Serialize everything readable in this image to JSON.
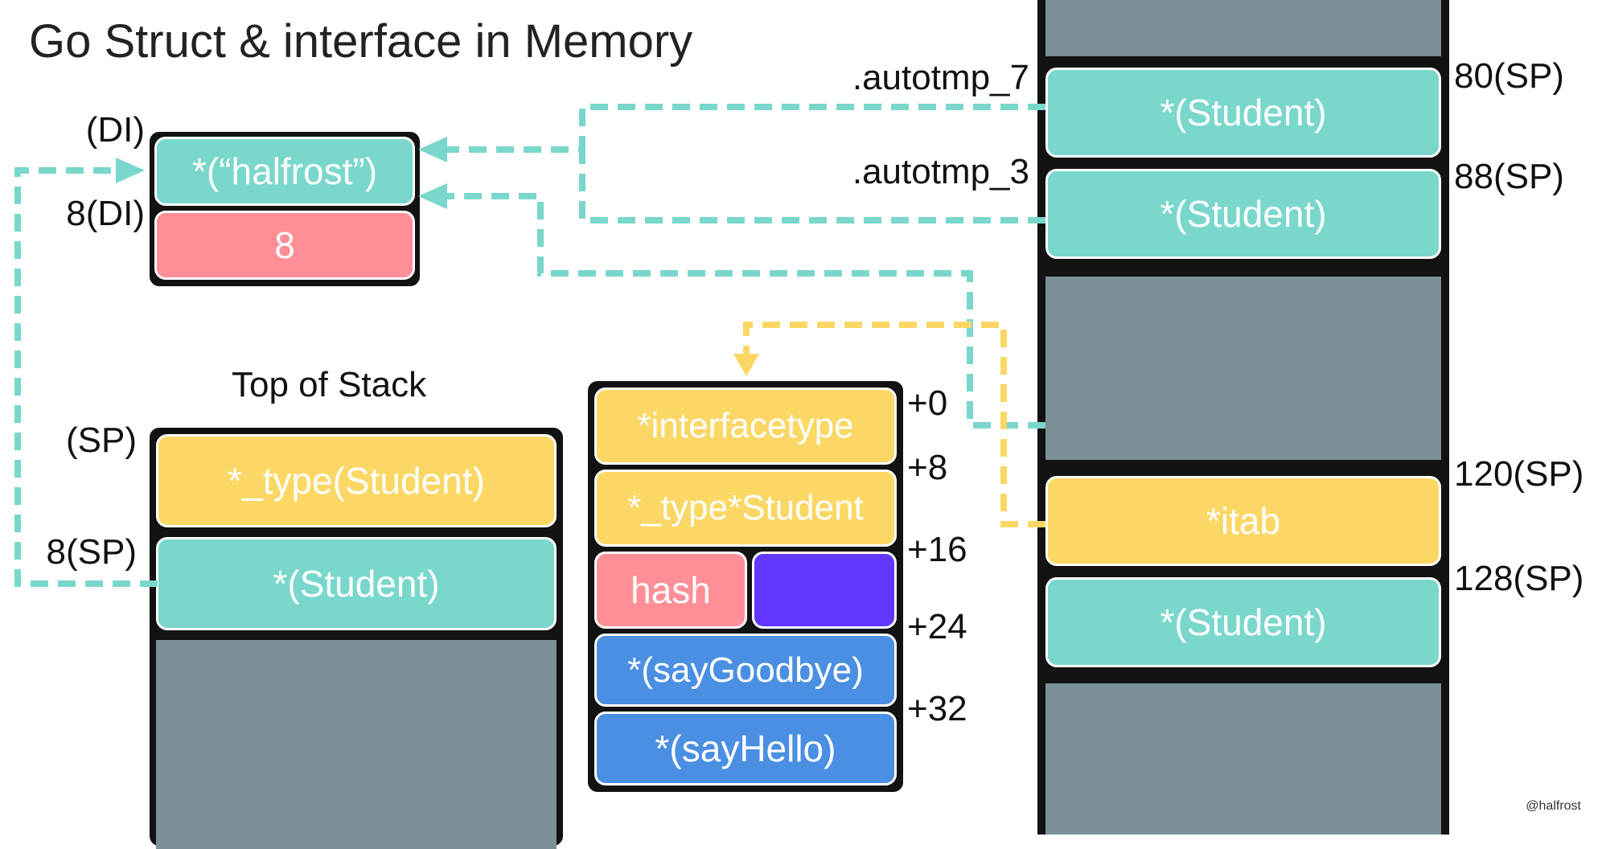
{
  "title": "Go Struct & interface in Memory",
  "string_struct": {
    "labels": [
      "(DI)",
      "8(DI)"
    ],
    "cells": [
      "*(“halfrost”)",
      "8"
    ]
  },
  "stack_top": {
    "caption": "Top of Stack",
    "labels": [
      "(SP)",
      "8(SP)"
    ],
    "cells": [
      "*_type(Student)",
      "*(Student)"
    ]
  },
  "itab": {
    "offsets": [
      "+0",
      "+8",
      "+16",
      "+24",
      "+32"
    ],
    "cells": {
      "inter": "*interfacetype",
      "type": "*_type*Student",
      "hash": "hash",
      "fun1": "*(sayGoodbye)",
      "fun2": "*(sayHello)"
    }
  },
  "stack_frame": {
    "temp_labels": [
      ".autotmp_7",
      ".autotmp_3"
    ],
    "offsets": [
      "80(SP)",
      "88(SP)",
      "120(SP)",
      "128(SP)"
    ],
    "cells": [
      "*(Student)",
      "*(Student)",
      "*itab",
      "*(Student)"
    ]
  },
  "watermark": "@halfrost",
  "colors": {
    "pointer": "#7ad7cc",
    "type": "#fbd865",
    "hash": "#ff8e96",
    "padding": "#6238ff",
    "method": "#4a8fe2",
    "stack_empty": "#7b9097",
    "frame": "#121212",
    "arrow_teal": "#7ad7cc",
    "arrow_yellow": "#fbd865"
  }
}
